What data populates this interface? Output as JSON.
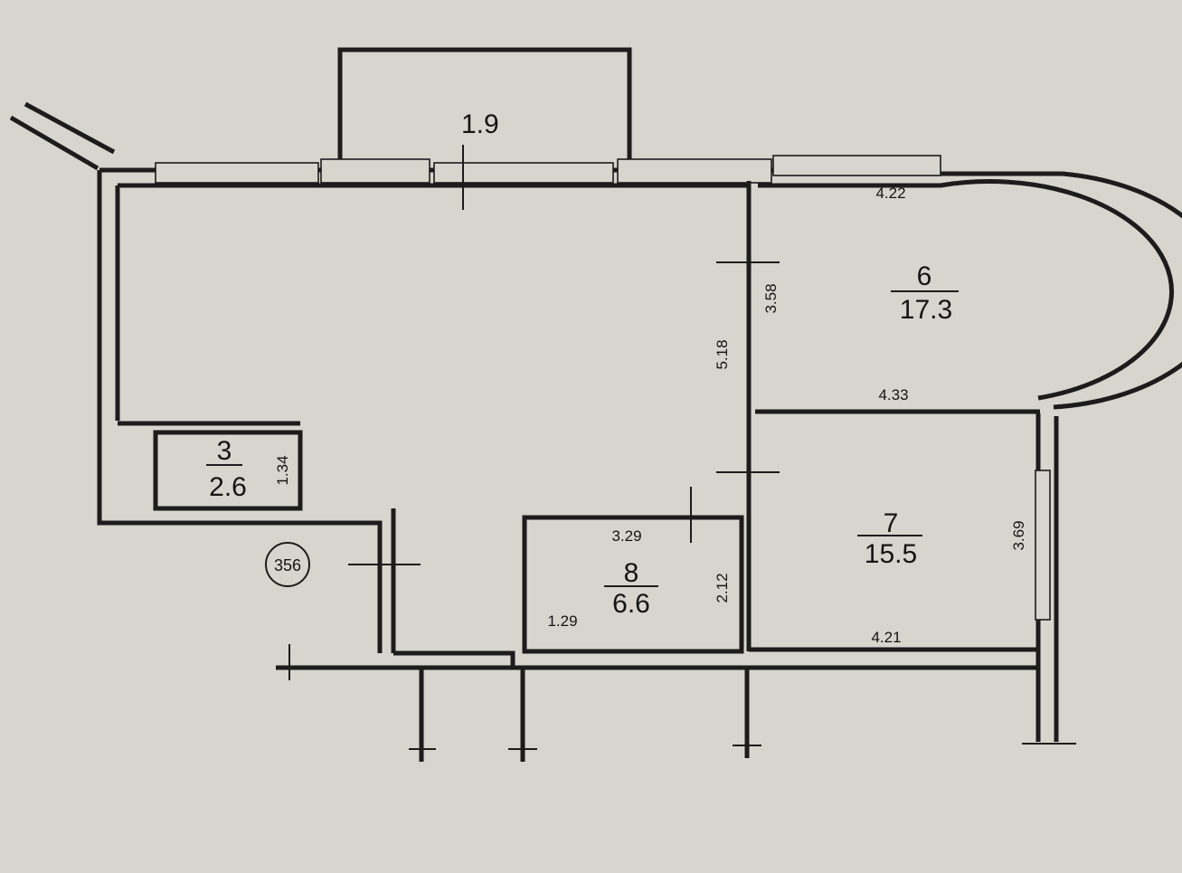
{
  "rooms": [
    {
      "id": "balcony",
      "area": "1.9"
    },
    {
      "id": "3",
      "number": "3",
      "area": "2.6"
    },
    {
      "id": "6",
      "number": "6",
      "area": "17.3"
    },
    {
      "id": "7",
      "number": "7",
      "area": "15.5"
    },
    {
      "id": "8",
      "number": "8",
      "area": "6.6"
    }
  ],
  "dimensions": {
    "room6_top": "4.22",
    "room6_side": "3.58",
    "room6_bottom": "4.33",
    "hall_height": "5.18",
    "room3_side": "1.34",
    "room8_top": "3.29",
    "room8_side": "2.12",
    "room8_bottom": "1.29",
    "room7_side": "3.69",
    "room7_bottom": "4.21"
  },
  "apartment_number": "356",
  "colors": {
    "background": "#d8d4ce",
    "ink": "#1c1c1c"
  }
}
